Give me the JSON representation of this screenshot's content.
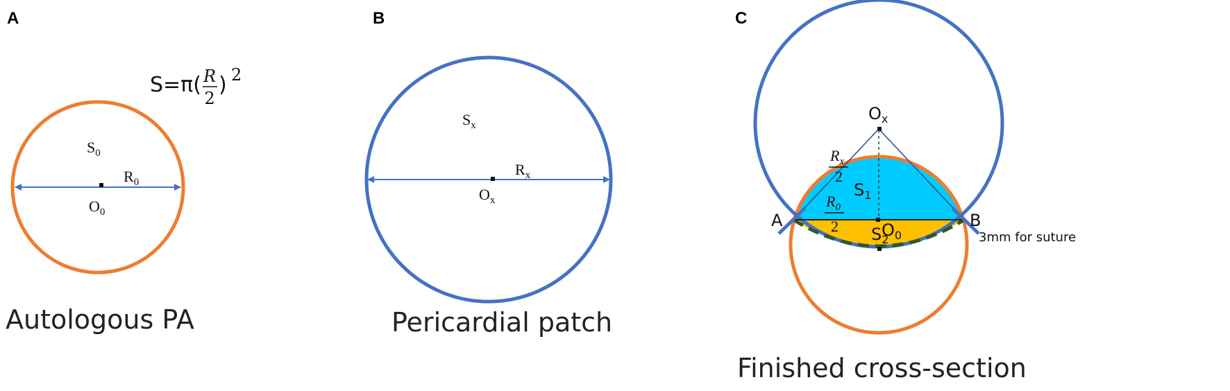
{
  "colors": {
    "orange": "#ED7D31",
    "blue": "#4472C4",
    "cyan": "#00CCFF",
    "gold": "#FFC000",
    "dashed_green": "#375623"
  },
  "panel_a": {
    "letter": "A",
    "formula": {
      "lhs": "S=π(",
      "num": "R",
      "den": "2",
      "rhs": ")",
      "exp": "2"
    },
    "area_label": {
      "base": "S",
      "sub": "0"
    },
    "radius_label": {
      "base": "R",
      "sub": "0"
    },
    "center_label": {
      "base": "O",
      "sub": "0"
    },
    "caption": "Autologous PA"
  },
  "panel_b": {
    "letter": "B",
    "area_label": {
      "base": "S",
      "sub": "x"
    },
    "radius_label": {
      "base": "R",
      "sub": "x"
    },
    "center_label": {
      "base": "O",
      "sub": "x"
    },
    "caption": "Pericardial patch"
  },
  "panel_c": {
    "letter": "C",
    "center_x_label": {
      "base": "O",
      "sub": "x"
    },
    "center_0_label": {
      "base": "O",
      "sub": "0"
    },
    "frac_x": {
      "num": "R",
      "num_sub": "x",
      "den": "2"
    },
    "frac_0": {
      "num": "R",
      "num_sub": "0",
      "den": "2"
    },
    "s1_label": {
      "base": "S",
      "sub": "1"
    },
    "s2_label": {
      "base": "S",
      "sub": "2"
    },
    "point_a": "A",
    "point_b": "B",
    "suture_note": "3mm for suture",
    "caption": "Finished cross-section"
  }
}
